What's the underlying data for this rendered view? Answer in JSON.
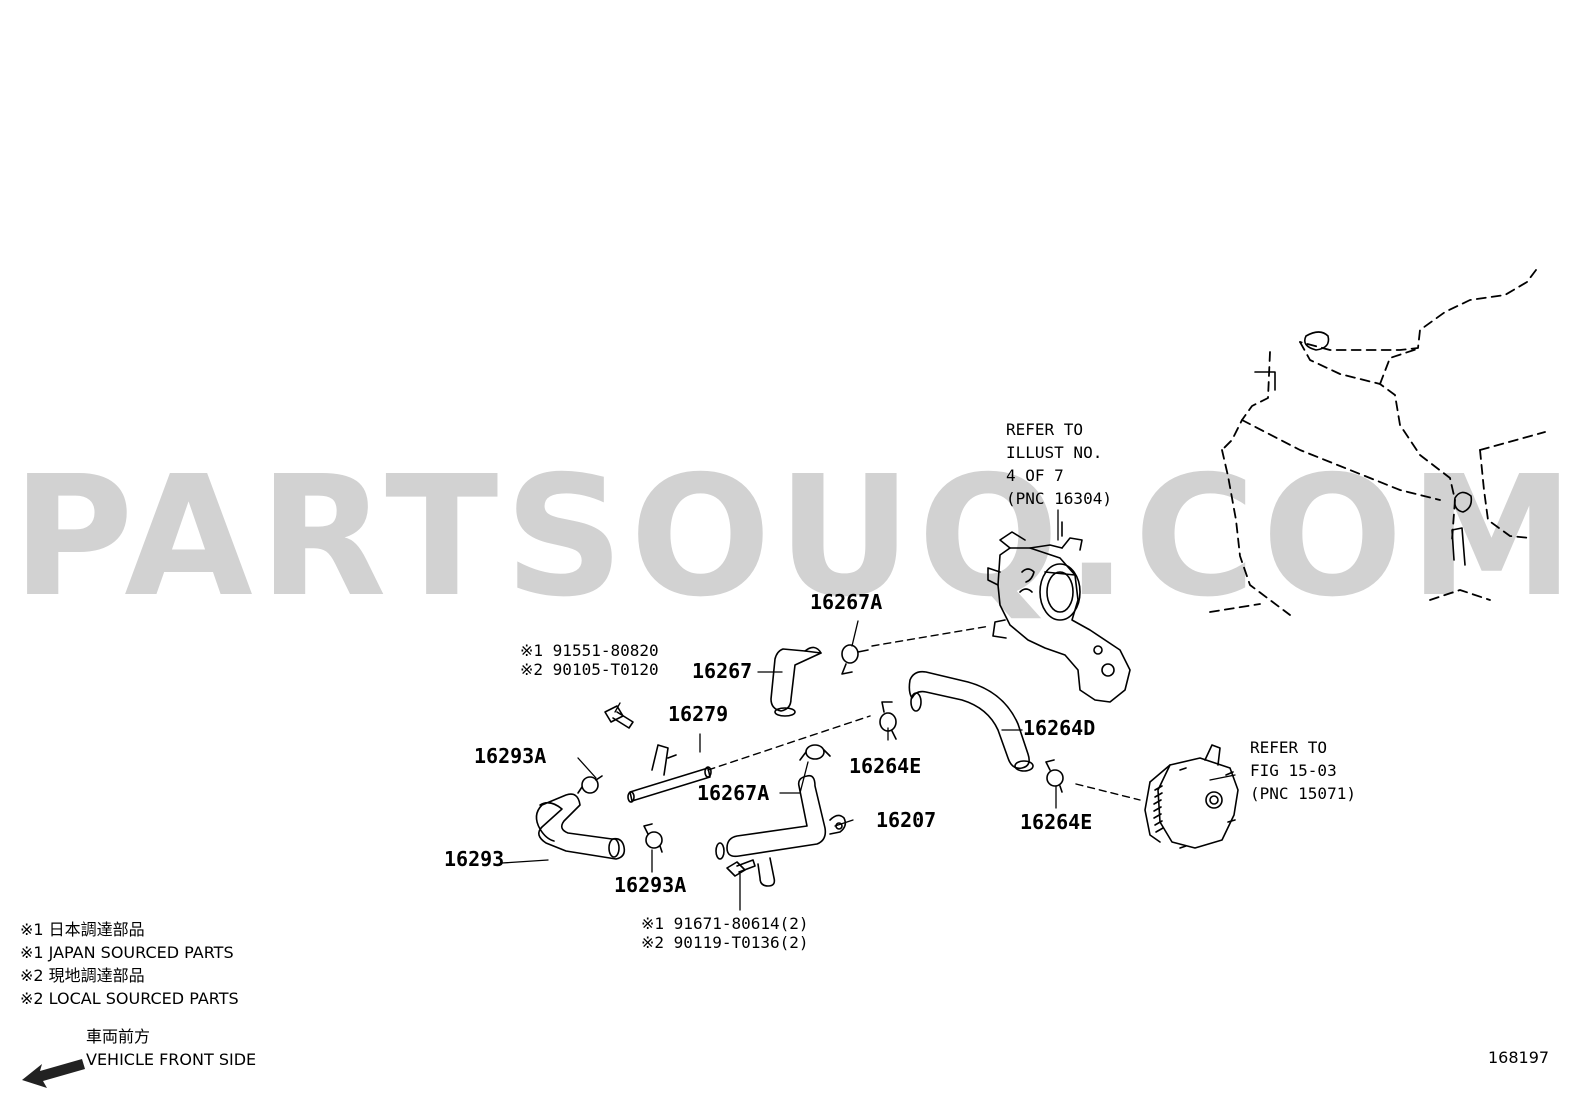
{
  "watermark": "PARTSOUQ.COM",
  "part_labels": {
    "p16267A_top": "16267A",
    "p16267": "16267",
    "p16279": "16279",
    "p16293A_left": "16293A",
    "p16293": "16293",
    "p16293A_bottom": "16293A",
    "p16267A_mid": "16267A",
    "p16207": "16207",
    "p16264E_mid": "16264E",
    "p16264D": "16264D",
    "p16264E_right": "16264E"
  },
  "bolt_top": {
    "line1": "※1 91551-80820",
    "line2": "※2 90105-T0120"
  },
  "bolt_bottom": {
    "line1": "※1 91671-80614(2)",
    "line2": "※2 90119-T0136(2)"
  },
  "ref_illust": {
    "line1": "REFER TO",
    "line2": "ILLUST NO.",
    "line3": "4 OF 7",
    "line4": "(PNC 16304)"
  },
  "ref_fig": {
    "line1": "REFER TO",
    "line2": "FIG 15-03",
    "line3": "(PNC 15071)"
  },
  "legend": {
    "l1": "※1 日本調達部品",
    "l2": "※1 JAPAN SOURCED PARTS",
    "l3": "※2 現地調達部品",
    "l4": "※2 LOCAL SOURCED PARTS"
  },
  "front": {
    "jp": "車両前方",
    "en": "VEHICLE FRONT SIDE"
  },
  "figure_number": "168197"
}
